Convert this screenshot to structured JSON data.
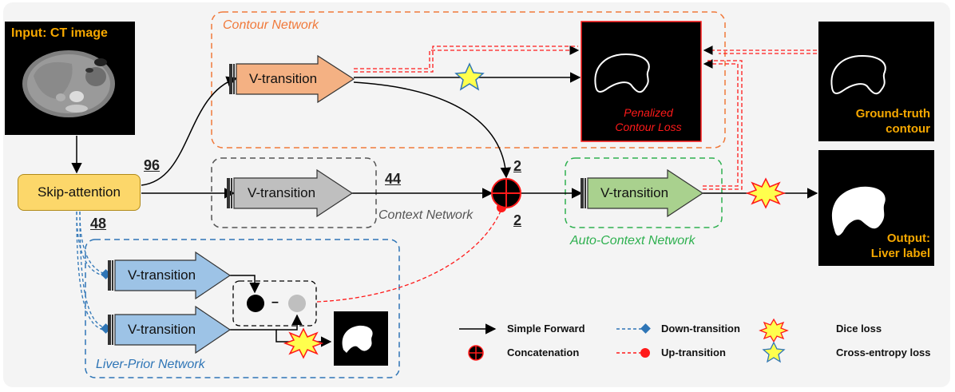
{
  "input": {
    "label": "Input: CT image"
  },
  "skip": {
    "label": "Skip-attention"
  },
  "networks": {
    "contour": "Contour Network",
    "context": "Context Network",
    "auto_context": "Auto-Context Network",
    "liver_prior": "Liver-Prior Network"
  },
  "vtransition": {
    "label": "V-transition"
  },
  "channels": {
    "n96": "96",
    "n48": "48",
    "n44": "44",
    "n2a": "2",
    "n2b": "2"
  },
  "contour_loss": {
    "line1": "Penalized",
    "line2": "Contour Loss"
  },
  "ground_truth": {
    "line1": "Ground-truth",
    "line2": "contour"
  },
  "output": {
    "line1": "Output:",
    "line2": "Liver label"
  },
  "subtract_sign": "–",
  "legend": {
    "simple_forward": "Simple Forward",
    "concatenation": "Concatenation",
    "down_transition": "Down-transition",
    "up_transition": "Up-transition",
    "dice_loss": "Dice loss",
    "cross_entropy_loss": "Cross-entropy loss"
  },
  "colors": {
    "contour": "#f0793a",
    "context": "#555555",
    "auto_context": "#2eb04f",
    "liver_prior": "#2e75b6",
    "orange_arrow": "#f4b183",
    "gray_arrow": "#bfbfbf",
    "green_arrow": "#a9d18e",
    "blue_arrow": "#9dc3e6",
    "up_red": "#ff1a1a",
    "text_orange": "#f6a800"
  }
}
